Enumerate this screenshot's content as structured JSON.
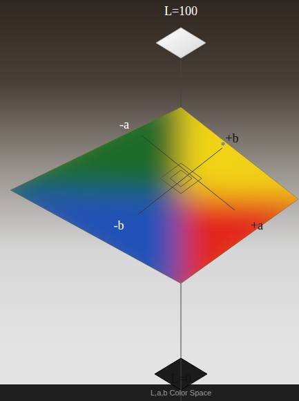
{
  "diagram": {
    "caption": "L,a,b Color Space",
    "labels": [
      "L=100",
      "-a",
      "+b",
      "-b",
      "+a",
      "L=0"
    ]
  }
}
